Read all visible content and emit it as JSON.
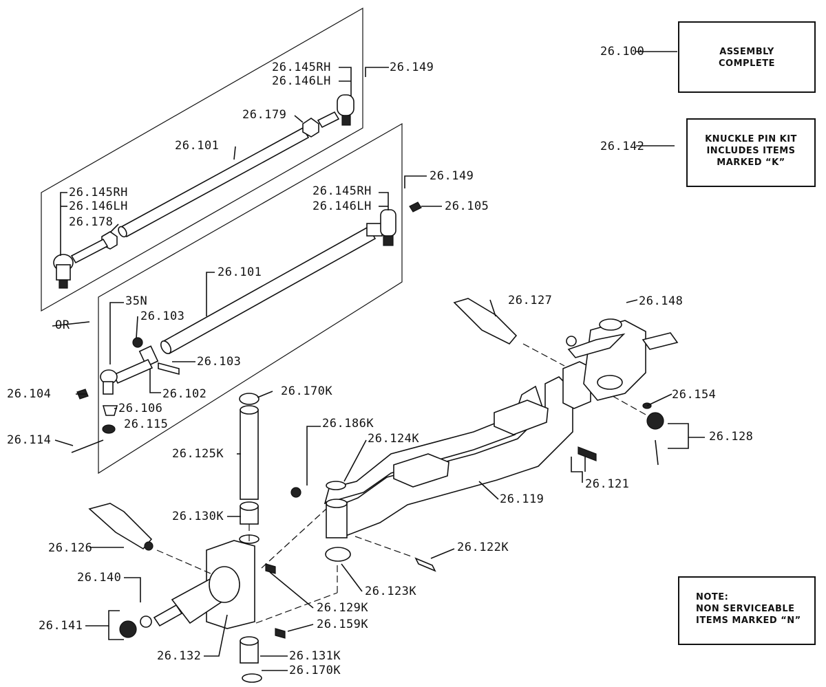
{
  "boxes": {
    "assembly": {
      "line1": "ASSEMBLY",
      "line2": "COMPLETE"
    },
    "kit": {
      "line1": "KNUCKLE PIN KIT",
      "line2": "INCLUDES ITEMS",
      "line3": "MARKED “K”"
    },
    "note": {
      "line1": "NOTE:",
      "line2": "NON SERVICEABLE",
      "line3": "ITEMS MARKED “N”"
    }
  },
  "labels": {
    "p26_100": "26.100",
    "p26_142": "26.142",
    "p26_149_upper": "26.149",
    "p26_145rh_upper": "26.145RH",
    "p26_146lh_upper": "26.146LH",
    "p26_179": "26.179",
    "p26_101_upper": "26.101",
    "p26_145rh_left": "26.145RH",
    "p26_146lh_left": "26.146LH",
    "p26_178": "26.178",
    "p26_149_lower": "26.149",
    "p26_145rh_right": "26.145RH",
    "p26_146lh_right": "26.146LH",
    "p26_105": "26.105",
    "p26_101_lower": "26.101",
    "or": "OR",
    "p35n": "35N",
    "p26_103_a": "26.103",
    "p26_103_b": "26.103",
    "p26_104": "26.104",
    "p26_102": "26.102",
    "p26_106": "26.106",
    "p26_115": "26.115",
    "p26_114": "26.114",
    "p26_170k_top": "26.170K",
    "p26_125k": "26.125K",
    "p26_186k": "26.186K",
    "p26_124k": "26.124K",
    "p26_127": "26.127",
    "p26_148": "26.148",
    "p26_154": "26.154",
    "p26_128": "26.128",
    "p26_121": "26.121",
    "p26_119": "26.119",
    "p26_130k": "26.130K",
    "p26_126": "26.126",
    "p26_122k": "26.122K",
    "p26_140": "26.140",
    "p26_123k": "26.123K",
    "p26_129k": "26.129K",
    "p26_141": "26.141",
    "p26_159k": "26.159K",
    "p26_132": "26.132",
    "p26_131k": "26.131K",
    "p26_170k_bottom": "26.170K"
  }
}
